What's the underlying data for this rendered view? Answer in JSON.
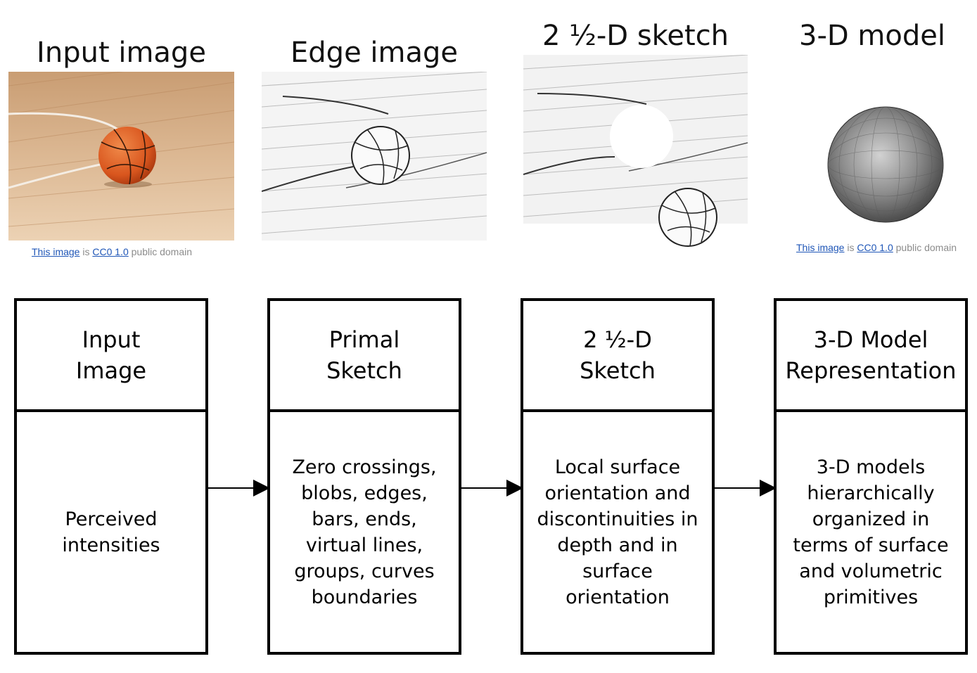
{
  "images": {
    "input": {
      "title": "Input image",
      "credit": {
        "link1": "This image",
        "is": "is",
        "link2": "CC0 1.0",
        "tail": "public domain"
      }
    },
    "edge": {
      "title": "Edge image"
    },
    "sketch25": {
      "title": "2 ½-D sketch"
    },
    "model3d": {
      "title": "3-D model",
      "credit": {
        "link1": "This image",
        "is": "is",
        "link2": "CC0 1.0",
        "tail": "public domain"
      }
    }
  },
  "stages": [
    {
      "head": [
        "Input",
        "Image"
      ],
      "body": [
        "Perceived",
        "intensities"
      ]
    },
    {
      "head": [
        "Primal",
        "Sketch"
      ],
      "body": [
        "Zero crossings,",
        "blobs, edges,",
        "bars, ends,",
        "virtual lines,",
        "groups, curves",
        "boundaries"
      ]
    },
    {
      "head": [
        "2 ½-D",
        "Sketch"
      ],
      "body": [
        "Local surface",
        "orientation and",
        "discontinuities in",
        "depth and in",
        "surface",
        "orientation"
      ]
    },
    {
      "head": [
        "3-D Model",
        "Representation"
      ],
      "body": [
        "3-D models",
        "hierarchically",
        "organized in",
        "terms of surface",
        "and volumetric",
        "primitives"
      ]
    }
  ],
  "colors": {
    "wood": "#d9b48e",
    "ball": "#e0642a",
    "link": "#1f56b7"
  },
  "icons": [
    "basketball-photo",
    "edge-sketch",
    "sphere-model",
    "arrow-right-icon"
  ]
}
